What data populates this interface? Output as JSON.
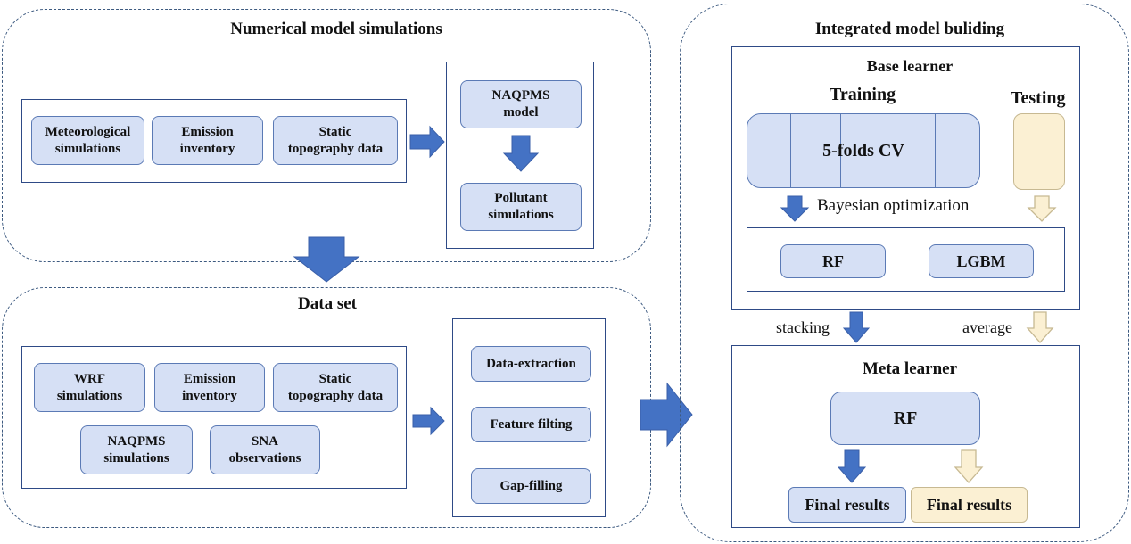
{
  "colors": {
    "chip_fill": "#d6e0f5",
    "chip_border": "#5b7ab5",
    "cream_fill": "#fbf0d3",
    "arrow_blue": "#4472c4",
    "panel_border": "#3d5a80"
  },
  "numerical": {
    "title": "Numerical model simulations",
    "inputs": [
      "Meteorological\nsimulations",
      "Emission\ninventory",
      "Static\ntopography data"
    ],
    "model": "NAQPMS\nmodel",
    "output": "Pollutant\nsimulations"
  },
  "dataset": {
    "title": "Data set",
    "inputs": [
      "WRF\nsimulations",
      "Emission\ninventory",
      "Static\ntopography data",
      "NAQPMS\nsimulations",
      "SNA\nobservations"
    ],
    "steps": [
      "Data-extraction",
      "Feature filting",
      "Gap-filling"
    ]
  },
  "integrated": {
    "title": "Integrated model buliding",
    "base_learner": {
      "title": "Base learner",
      "training_label": "Training",
      "testing_label": "Testing",
      "cv_label": "5-folds CV",
      "folds": 5,
      "optimization_label": "Bayesian optimization",
      "models": [
        "RF",
        "LGBM"
      ]
    },
    "stacking_label": "stacking",
    "average_label": "average",
    "meta_learner": {
      "title": "Meta learner",
      "model": "RF",
      "results": [
        "Final results",
        "Final results"
      ]
    }
  }
}
